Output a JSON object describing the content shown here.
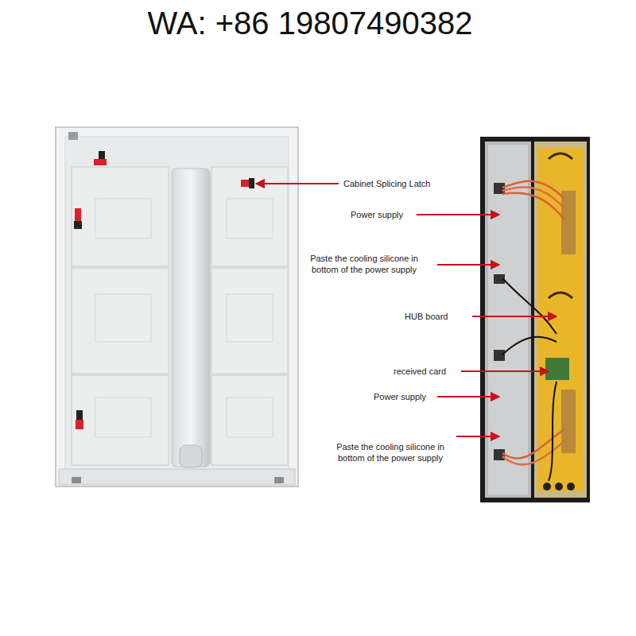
{
  "diagram": {
    "labels": [
      "WA: +86 19807490382",
      "Cabinet Splicing Latch",
      "Power supply",
      "Paste the cooling silicone in bottom of the power supply",
      "HUB board",
      "received card",
      "Power supply",
      "Paste the cooling silicone in bottom of the power supply"
    ]
  }
}
